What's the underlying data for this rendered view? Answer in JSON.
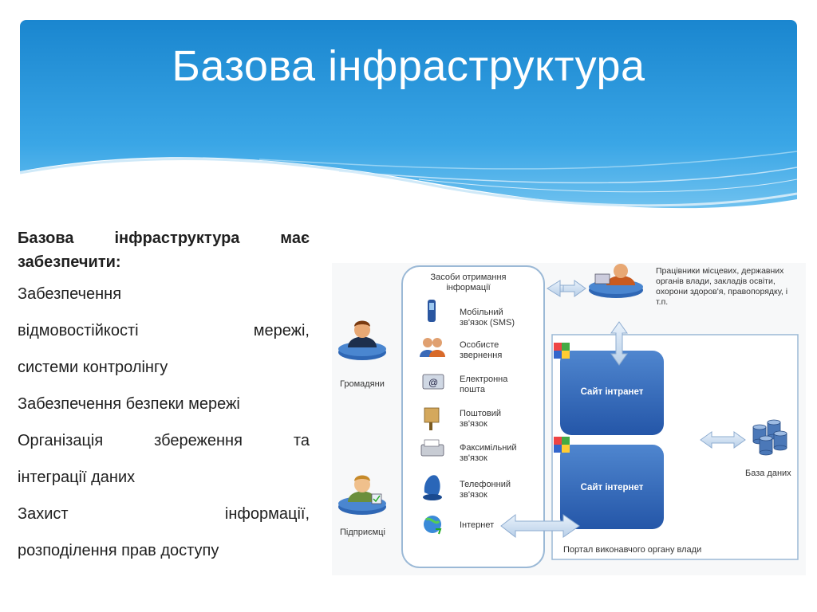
{
  "slide": {
    "title": "Базова інфраструктура"
  },
  "text": {
    "intro_line1_words": [
      "Базова",
      "інфраструктура",
      "має"
    ],
    "intro_line2": "забезпечити:",
    "bullets": [
      {
        "lines": [
          [
            "Забезпечення"
          ],
          [
            "відмовостійкості",
            "мережі,"
          ],
          [
            "системи контролінгу"
          ]
        ]
      },
      {
        "lines": [
          [
            "Забезпечення безпеки мережі"
          ]
        ]
      },
      {
        "lines": [
          [
            "Організація",
            "збереження",
            "та"
          ],
          [
            "інтеграції даних"
          ]
        ]
      },
      {
        "lines": [
          [
            "Захист",
            "інформації,"
          ],
          [
            "розподілення прав доступу"
          ]
        ]
      }
    ]
  },
  "diagram": {
    "channels_title": "Засоби отримання інформації",
    "channels": [
      {
        "label": "Мобільний зв'язок (SMS)",
        "icon": "mobile-phone-icon"
      },
      {
        "label": "Особисте звернення",
        "icon": "people-icon"
      },
      {
        "label": "Електронна пошта",
        "icon": "email-icon"
      },
      {
        "label": "Поштовий зв'язок",
        "icon": "mailbox-icon"
      },
      {
        "label": "Факсимільний зв'язок",
        "icon": "fax-icon"
      },
      {
        "label": "Телефонний зв'язок",
        "icon": "telephone-icon"
      },
      {
        "label": "Інтернет",
        "icon": "globe-icon"
      }
    ],
    "citizens": "Громадяни",
    "enterprises": "Підприємці",
    "officials": "Працівники місцевих, державних органів влади, закладів освіти, охорони здоров'я, правопорядку, і т.п.",
    "intranet": "Сайт інтранет",
    "internet": "Сайт інтернет",
    "portal": "Портал виконавчого органу влади",
    "database": "База даних"
  }
}
